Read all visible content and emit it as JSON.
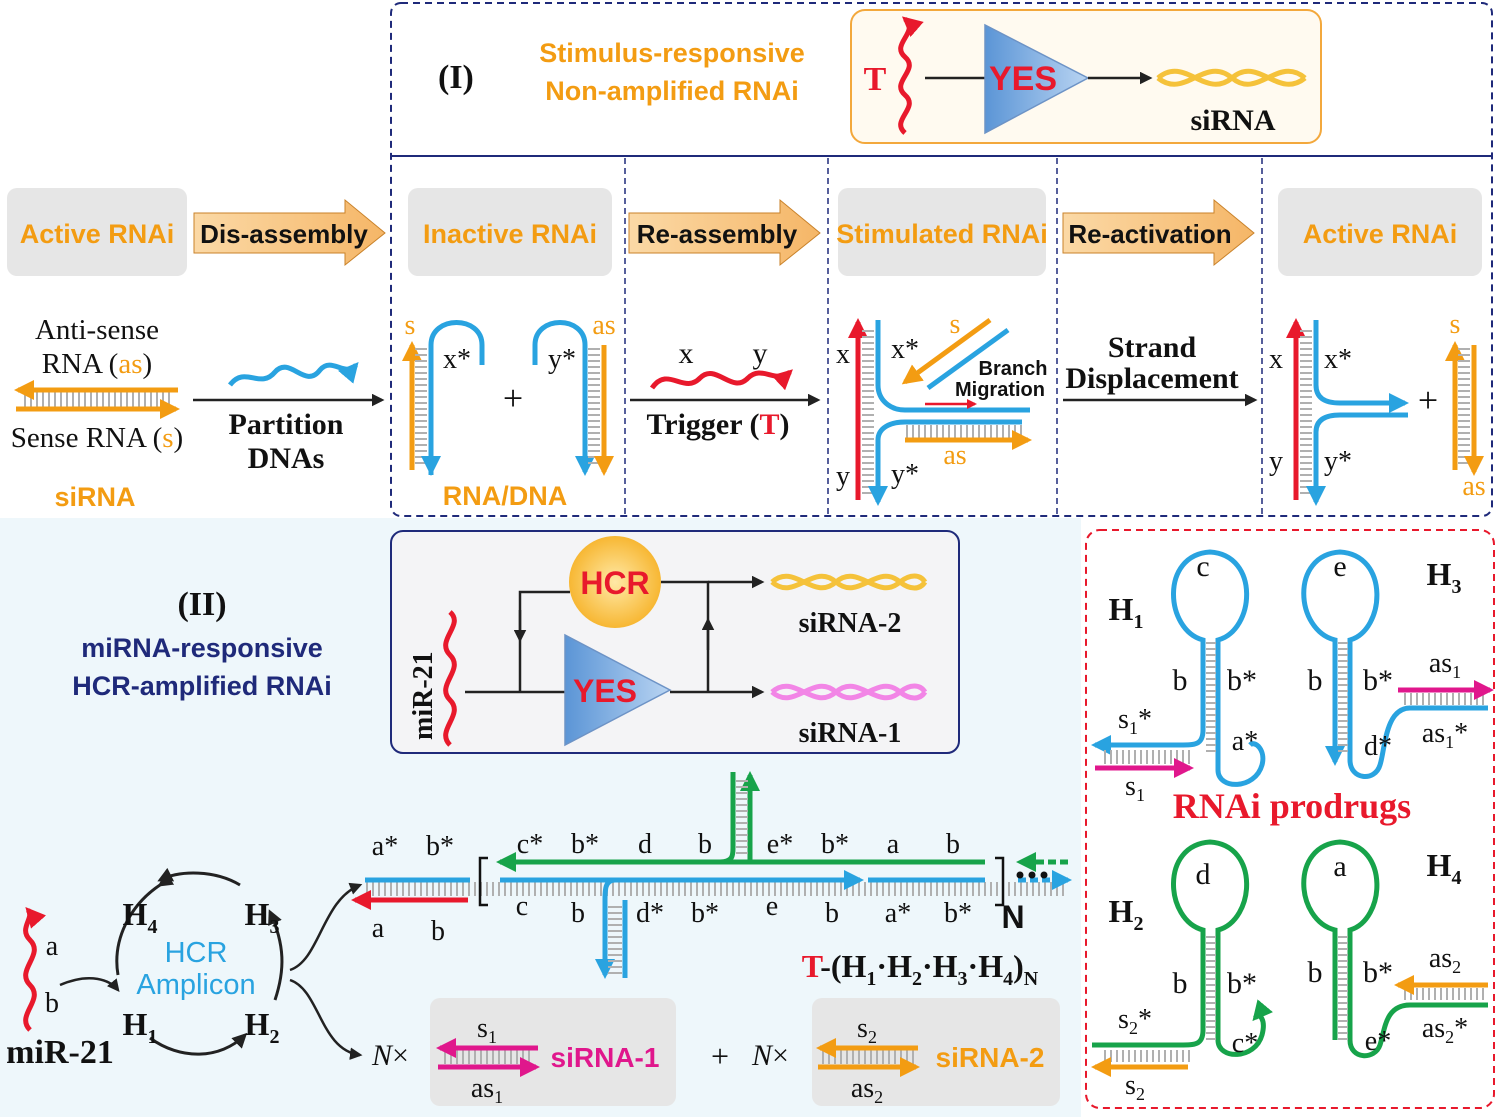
{
  "colors": {
    "orange": "#f39c12",
    "blue": "#29a3e0",
    "red": "#e8192c",
    "green": "#17a34a",
    "magenta": "#e0178c",
    "navy": "#1f2a7a",
    "pink": "#f285e6",
    "gold": "#f5c23a"
  },
  "panel1": {
    "label": "(I)",
    "title_line1": "Stimulus-responsive",
    "title_line2": "Non-amplified RNAi",
    "yes_box": {
      "trigger": "T",
      "gate": "YES",
      "product": "siRNA"
    },
    "stages": [
      "Active RNAi",
      "Inactive RNAi",
      "Stimulated RNAi",
      "Active RNAi"
    ],
    "steps": [
      "Dis-assembly",
      "Re-assembly",
      "Re-activation"
    ],
    "sirna": {
      "antisense_prefix": "Anti-sense",
      "antisense_rna": "RNA (",
      "as": "as",
      "close": ")",
      "sense": "Sense RNA (",
      "s": "s",
      "caption": "siRNA"
    },
    "partition": [
      "Partition",
      "DNAs"
    ],
    "inactive": {
      "s": "s",
      "xstar": "x*",
      "plus": "+",
      "ystar": "y*",
      "as": "as",
      "caption": "RNA/DNA"
    },
    "trigger": {
      "x": "x",
      "y": "y",
      "label_prefix": "Trigger (",
      "T": "T",
      "label_suffix": ")"
    },
    "stimulated": {
      "x": "x",
      "xstar": "x*",
      "s": "s",
      "branch": "Branch",
      "migration": "Migration",
      "y": "y",
      "ystar": "y*",
      "as": "as"
    },
    "strand": [
      "Strand",
      "Displacement"
    ],
    "active_end": {
      "x": "x",
      "xstar": "x*",
      "y": "y",
      "ystar": "y*",
      "plus": "+",
      "s": "s",
      "as": "as"
    }
  },
  "panel2": {
    "label": "(II)",
    "title_line1": "miRNA-responsive",
    "title_line2": "HCR-amplified RNAi",
    "inset": {
      "mir": "miR-21",
      "hcr": "HCR",
      "yes": "YES",
      "sirna2": "siRNA-2",
      "sirna1": "siRNA-1"
    },
    "mir21": {
      "a": "a",
      "b": "b",
      "label": "miR-21"
    },
    "cycle": {
      "center1": "HCR",
      "center2": "Amplicon",
      "h1": "H",
      "h2": "H",
      "h3": "H",
      "h4": "H",
      "n1": "1",
      "n2": "2",
      "n3": "3",
      "n4": "4"
    },
    "polymer": {
      "top_labels": [
        "a*",
        "b*",
        "c*",
        "b*",
        "d",
        "b",
        "e*",
        "b*",
        "a",
        "b"
      ],
      "bottom_labels": [
        "a",
        "b",
        "c",
        "b",
        "d*",
        "b*",
        "e",
        "b",
        "a*",
        "b*"
      ],
      "N": "N",
      "formula_T": "T",
      "formula": "-(H",
      "formula_rest": "·H",
      "formula_end": ")"
    },
    "products": {
      "N": "N",
      "times": "×",
      "s1": "s",
      "as1": "as",
      "sub1": "1",
      "sirna1": "siRNA-1",
      "plus": "+",
      "s2": "s",
      "as2": "as",
      "sub2": "2",
      "sirna2": "siRNA-2"
    },
    "prodrugs": {
      "title": "RNAi prodrugs",
      "H1": {
        "name": "H",
        "sub": "1",
        "loop": "c",
        "b": "b",
        "bstar": "b*",
        "astar": "a*",
        "s1star": "s",
        "s1": "s"
      },
      "H3": {
        "name": "H",
        "sub": "3",
        "loop": "e",
        "b": "b",
        "bstar": "b*",
        "dstar": "d*",
        "as1": "as",
        "as1star": "as"
      },
      "H2": {
        "name": "H",
        "sub": "2",
        "loop": "d",
        "b": "b",
        "bstar": "b*",
        "cstar": "c*",
        "s2star": "s",
        "s2": "s"
      },
      "H4": {
        "name": "H",
        "sub": "4",
        "loop": "a",
        "b": "b",
        "bstar": "b*",
        "estar": "e*",
        "as2": "as",
        "as2star": "as"
      }
    }
  }
}
